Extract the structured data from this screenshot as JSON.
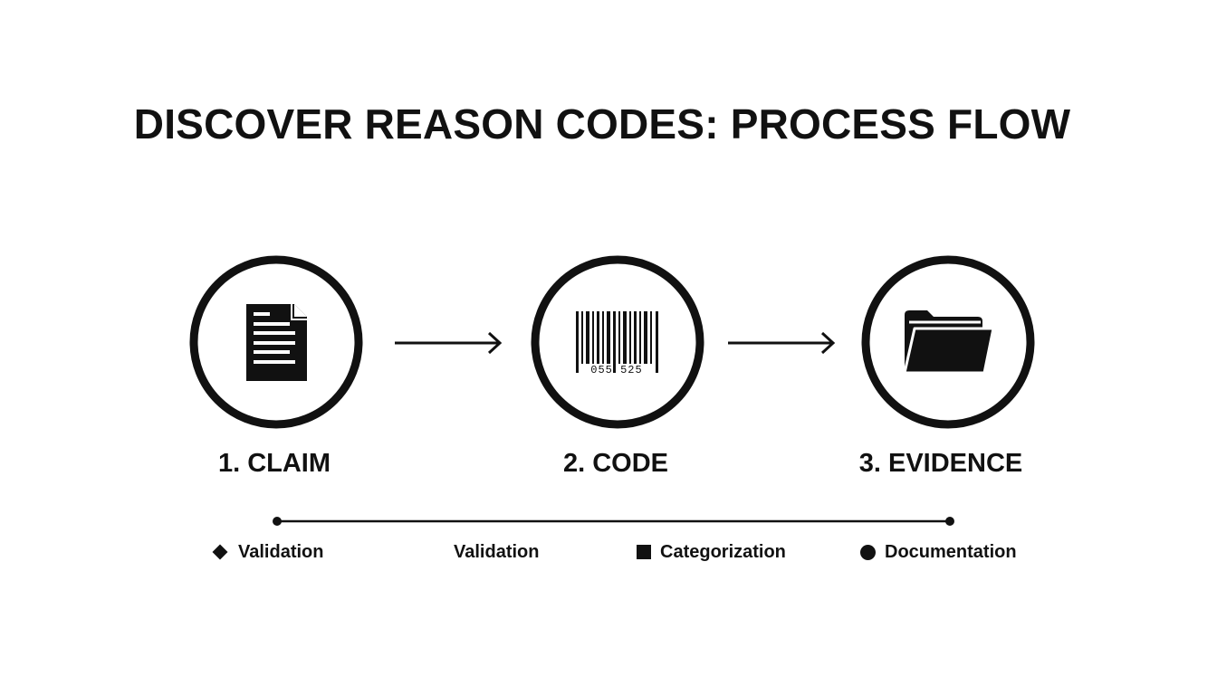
{
  "title": "DISCOVER REASON CODES: PROCESS FLOW",
  "steps": [
    {
      "label": "1. CLAIM",
      "icon": "document-icon"
    },
    {
      "label": "2. CODE",
      "icon": "barcode-icon",
      "barcode_text": "055 525"
    },
    {
      "label": "3. EVIDENCE",
      "icon": "folder-icon"
    }
  ],
  "legend": [
    {
      "marker": "diamond",
      "label": "Validation"
    },
    {
      "marker": "none",
      "label": "Validation"
    },
    {
      "marker": "square",
      "label": "Categorization"
    },
    {
      "marker": "circle",
      "label": "Documentation"
    }
  ],
  "colors": {
    "ink": "#111111",
    "background": "#ffffff"
  }
}
